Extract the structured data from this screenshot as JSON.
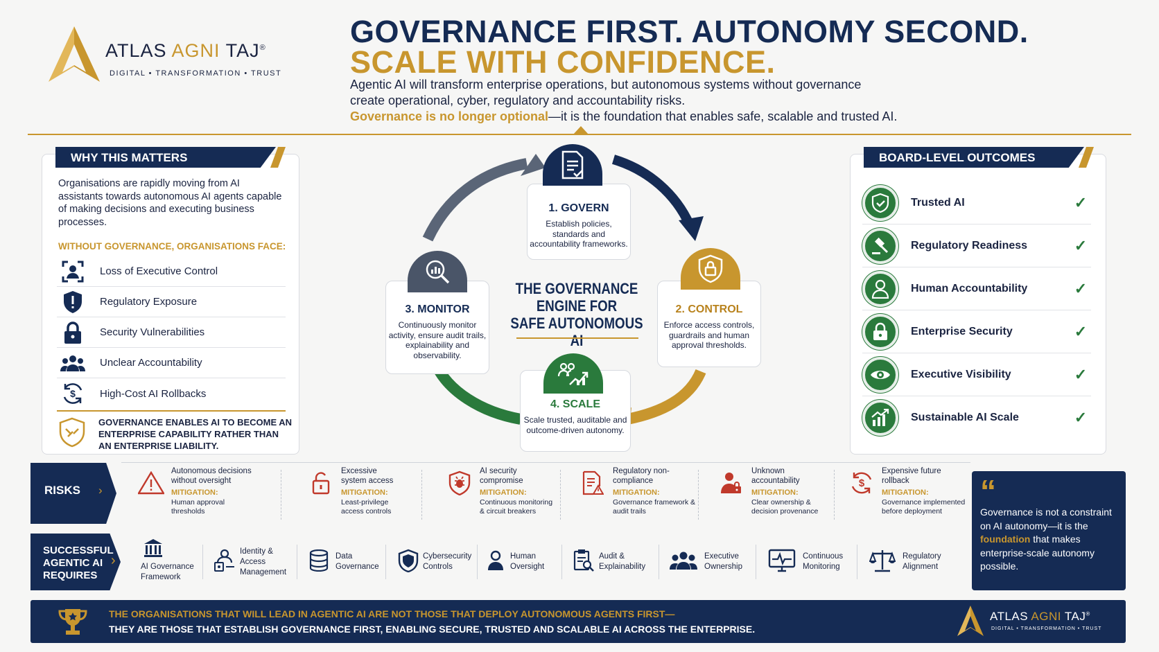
{
  "brand": {
    "name_part1": "ATLAS ",
    "name_part2": "AGNI",
    "name_part3": " TAJ",
    "registered": "®",
    "tagline": "DIGITAL • TRANSFORMATION • TRUST"
  },
  "header": {
    "headline_1": "GOVERNANCE FIRST. AUTONOMY SECOND.",
    "headline_2": "SCALE WITH CONFIDENCE.",
    "intro_line_1": "Agentic AI will transform enterprise operations, but autonomous systems without governance",
    "intro_line_2": "create operational, cyber, regulatory and accountability risks.",
    "intro_highlight": "Governance is no longer optional",
    "intro_line_3_rest": "—it is the foundation that enables safe, scalable and trusted AI."
  },
  "why": {
    "title": "WHY THIS MATTERS",
    "body": "Organisations are rapidly moving from AI assistants towards autonomous AI agents capable of making decisions and executing business processes.",
    "subtitle": "WITHOUT GOVERNANCE, ORGANISATIONS FACE:",
    "items": [
      {
        "label": "Loss of Executive Control",
        "icon": "executive-focus-icon"
      },
      {
        "label": "Regulatory Exposure",
        "icon": "shield-alert-icon"
      },
      {
        "label": "Security Vulnerabilities",
        "icon": "lock-icon"
      },
      {
        "label": "Unclear Accountability",
        "icon": "people-icon"
      },
      {
        "label": "High-Cost AI Rollbacks",
        "icon": "dollar-cycle-icon"
      }
    ],
    "footer": "GOVERNANCE ENABLES AI TO BECOME AN ENTERPRISE CAPABILITY RATHER THAN AN ENTERPRISE LIABILITY."
  },
  "engine": {
    "title_line_1": "THE GOVERNANCE",
    "title_line_2": "ENGINE FOR",
    "title_line_3": "SAFE AUTONOMOUS AI",
    "steps": [
      {
        "title": "1. GOVERN",
        "desc": "Establish policies, standards and accountability frameworks.",
        "color": "#152b54"
      },
      {
        "title": "2. CONTROL",
        "desc": "Enforce access controls, guardrails and human approval thresholds.",
        "color": "#c8962e"
      },
      {
        "title": "3. MONITOR",
        "desc": "Continuously monitor activity, ensure audit trails, explainability and observability.",
        "color": "#152b54"
      },
      {
        "title": "4. SCALE",
        "desc": "Scale trusted, auditable and outcome-driven autonomy.",
        "color": "#2a7a3c"
      }
    ]
  },
  "board": {
    "title": "BOARD-LEVEL OUTCOMES",
    "items": [
      {
        "label": "Trusted AI",
        "icon": "shield-check-icon"
      },
      {
        "label": "Regulatory Readiness",
        "icon": "gavel-icon"
      },
      {
        "label": "Human Accountability",
        "icon": "person-icon"
      },
      {
        "label": "Enterprise Security",
        "icon": "lock-icon"
      },
      {
        "label": "Executive Visibility",
        "icon": "eye-icon"
      },
      {
        "label": "Sustainable AI Scale",
        "icon": "growth-chart-icon"
      }
    ],
    "check": "✓"
  },
  "risks": {
    "tab_label": "RISKS",
    "mitigation_label": "MITIGATION:",
    "items": [
      {
        "title": "Autonomous decisions without oversight",
        "mitigation": "Human approval thresholds",
        "icon": "warning-icon"
      },
      {
        "title": "Excessive system access",
        "mitigation": "Least-privilege access controls",
        "icon": "unlock-icon"
      },
      {
        "title": "AI security compromise",
        "mitigation": "Continuous monitoring & circuit breakers",
        "icon": "bug-shield-icon"
      },
      {
        "title": "Regulatory non-compliance",
        "mitigation": "Governance framework & audit trails",
        "icon": "document-warning-icon"
      },
      {
        "title": "Unknown accountability",
        "mitigation": "Clear ownership & decision provenance",
        "icon": "user-lock-icon"
      },
      {
        "title": "Expensive future rollback",
        "mitigation": "Governance implemented before deployment",
        "icon": "dollar-cycle-icon"
      }
    ]
  },
  "requires": {
    "tab_label": "SUCCESSFUL AGENTIC AI REQUIRES",
    "items": [
      {
        "label": "AI Governance Framework",
        "icon": "institution-icon"
      },
      {
        "label": "Identity & Access Management",
        "icon": "identity-icon"
      },
      {
        "label": "Data Governance",
        "icon": "database-icon"
      },
      {
        "label": "Cybersecurity Controls",
        "icon": "shield-icon"
      },
      {
        "label": "Human Oversight",
        "icon": "user-icon"
      },
      {
        "label": "Audit & Explainability",
        "icon": "audit-search-icon"
      },
      {
        "label": "Executive Ownership",
        "icon": "team-icon"
      },
      {
        "label": "Continuous Monitoring",
        "icon": "monitor-pulse-icon"
      },
      {
        "label": "Regulatory Alignment",
        "icon": "scales-icon"
      }
    ]
  },
  "quote": {
    "mark": "“",
    "before": "Governance is not a constraint on AI autonomy—it is the ",
    "highlight": "foundation",
    "after": " that makes enterprise-scale autonomy possible."
  },
  "footer": {
    "line_1": "THE ORGANISATIONS THAT WILL LEAD IN AGENTIC AI ARE NOT THOSE THAT DEPLOY AUTONOMOUS AGENTS FIRST—",
    "line_2": "THEY ARE THOSE THAT ESTABLISH GOVERNANCE FIRST, ENABLING SECURE, TRUSTED AND SCALABLE AI ACROSS THE ENTERPRISE."
  },
  "colors": {
    "navy": "#152b54",
    "gold": "#c8962e",
    "green": "#2a7a3c"
  }
}
